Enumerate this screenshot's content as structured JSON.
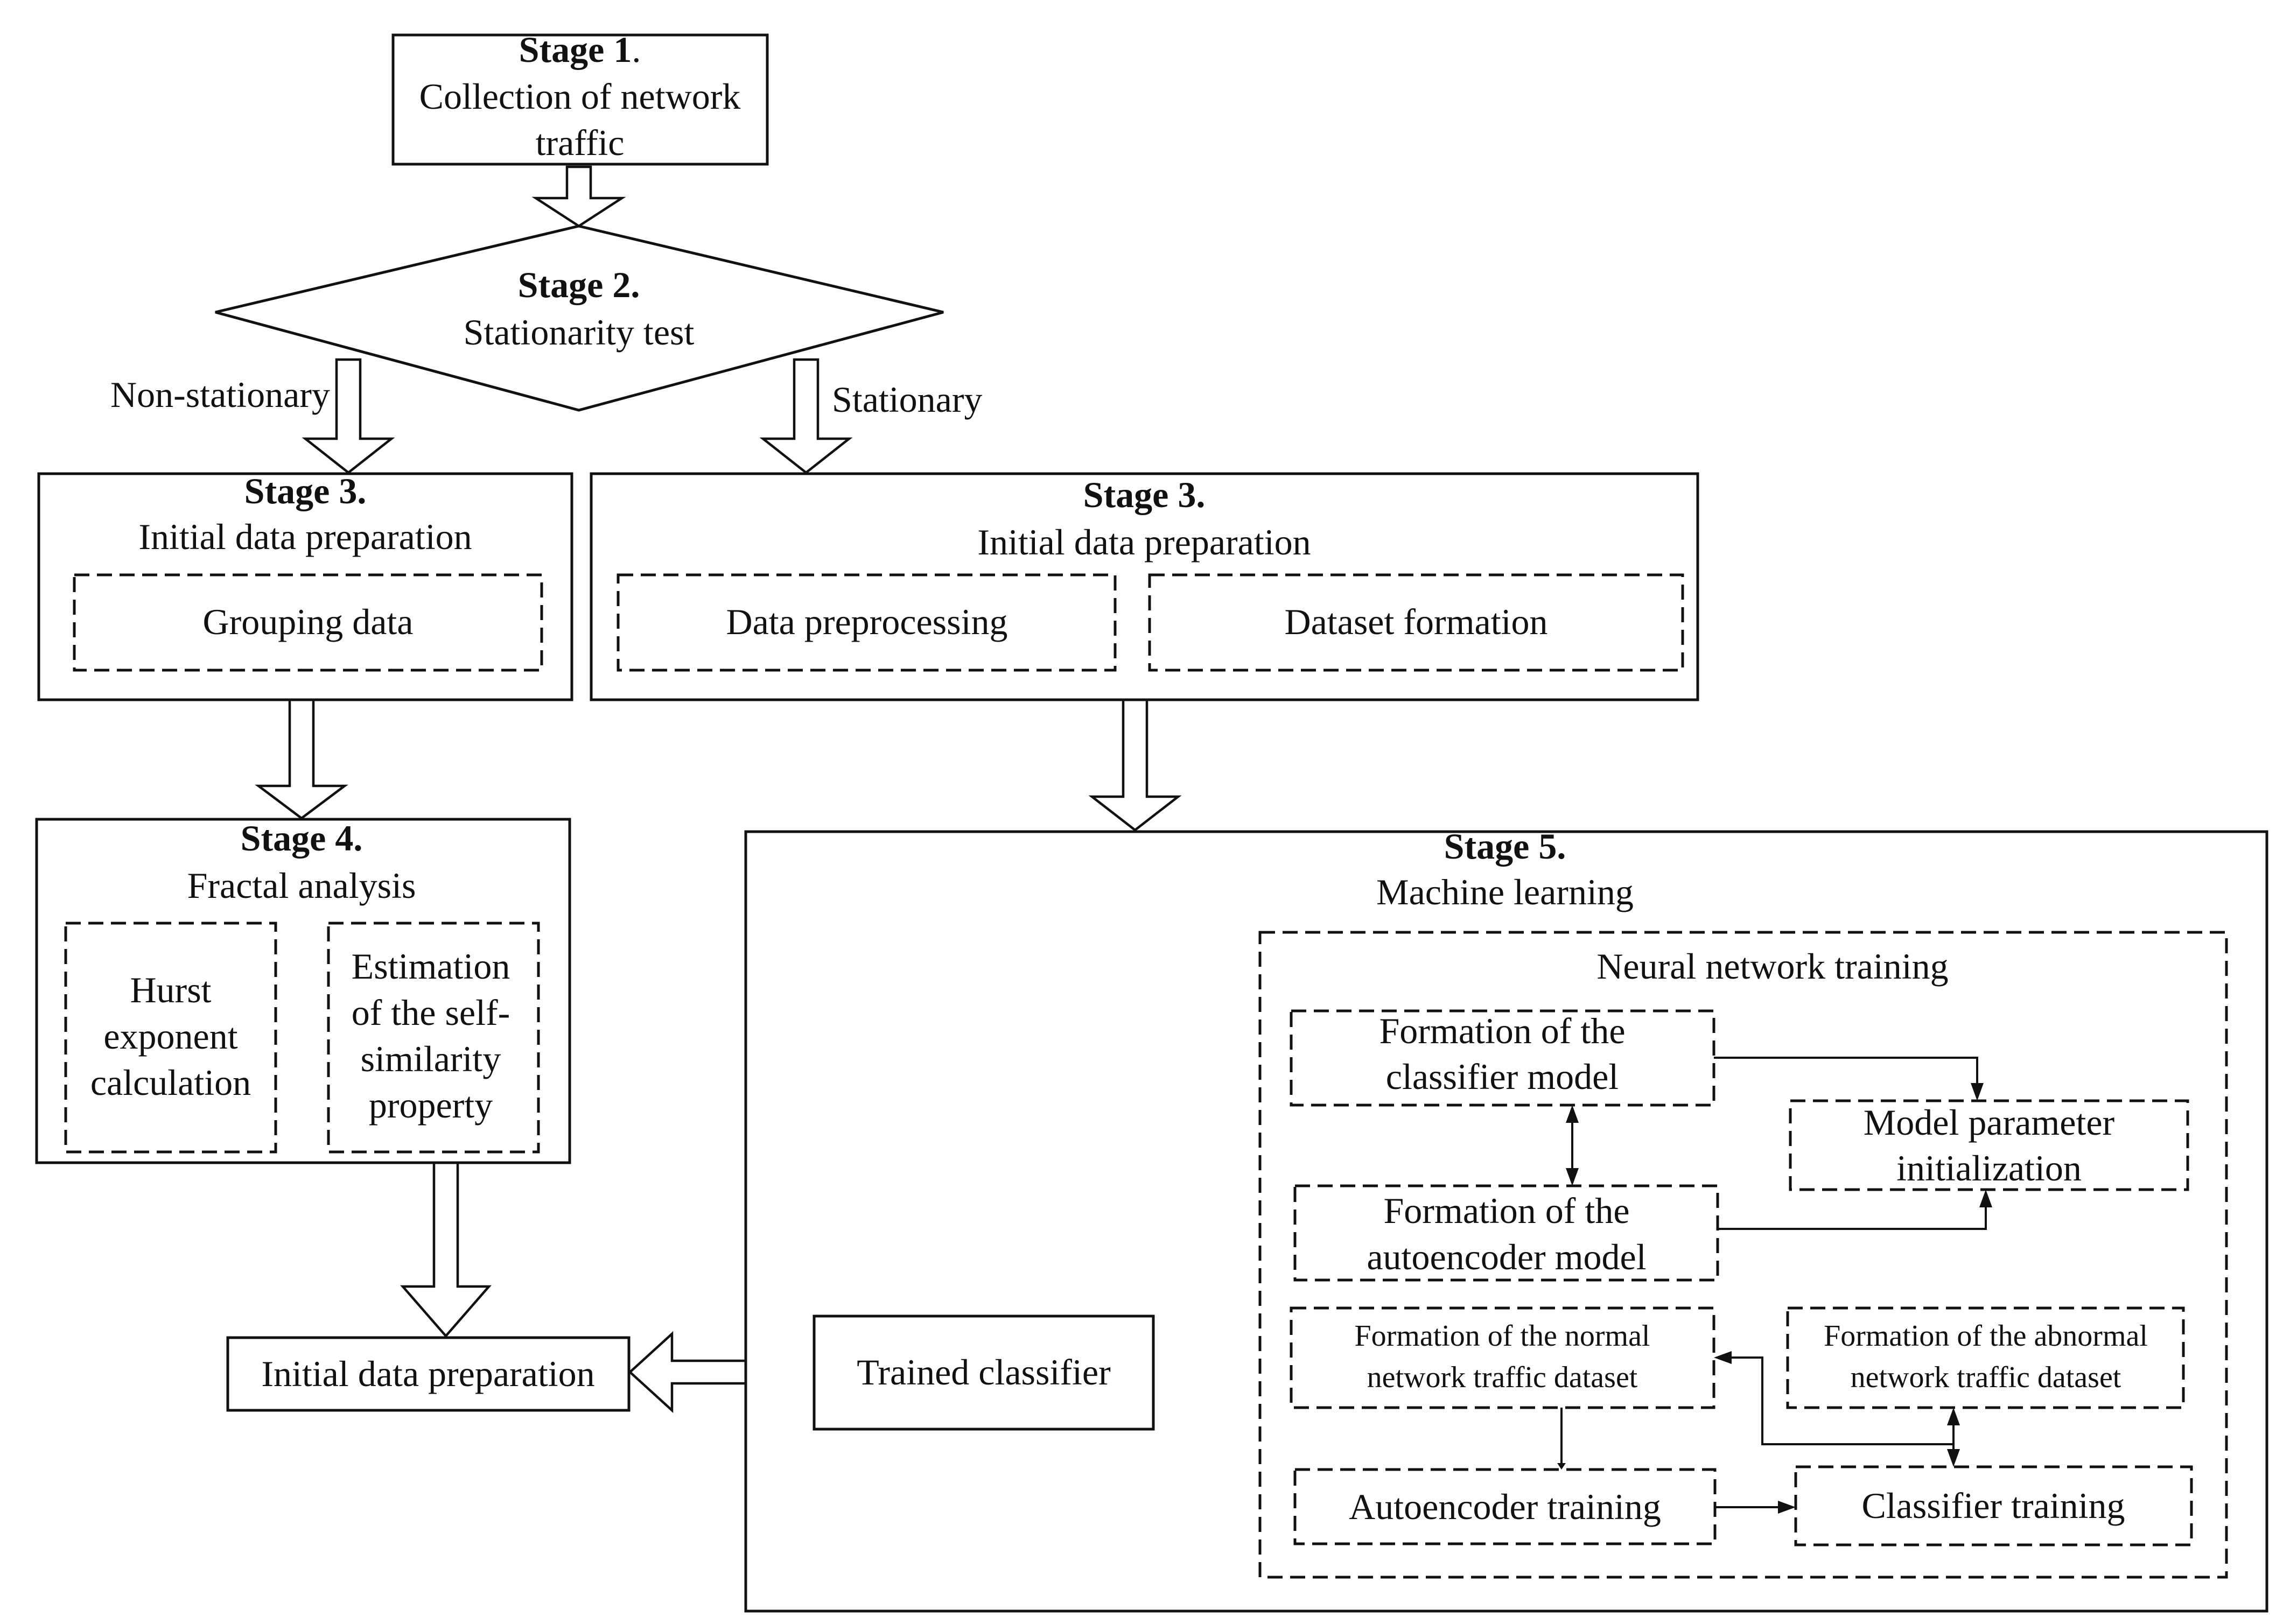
{
  "stage1": {
    "title": "Stage 1",
    "title_suffix": ".",
    "lines": [
      "Collection of network",
      "traffic"
    ]
  },
  "stage2": {
    "title": "Stage 2.",
    "label": "Stationarity test",
    "branch_left": "Non-stationary",
    "branch_right": "Stationary"
  },
  "stage3_left": {
    "title": "Stage 3.",
    "label": "Initial data preparation",
    "sub": "Grouping data"
  },
  "stage3_right": {
    "title": "Stage 3.",
    "label": "Initial data preparation",
    "sub_left": "Data preprocessing",
    "sub_right": "Dataset formation"
  },
  "stage4": {
    "title": "Stage 4.",
    "label": "Fractal analysis",
    "hurst": [
      "Hurst",
      "exponent",
      "calculation"
    ],
    "estimation": [
      "Estimation",
      "of the self-",
      "similarity",
      "property"
    ]
  },
  "stage5": {
    "title": "Stage 5.",
    "label": "Machine learning",
    "nn_training": "Neural network training",
    "classifier_model": [
      "Formation of the",
      "classifier model"
    ],
    "param_init": [
      "Model parameter",
      "initialization"
    ],
    "autoencoder_model": [
      "Formation of the",
      "autoencoder model"
    ],
    "normal_dataset": [
      "Formation of the normal",
      "network traffic dataset"
    ],
    "abnormal_dataset": [
      "Formation of the abnormal",
      "network traffic dataset"
    ],
    "autoencoder_training": "Autoencoder training",
    "classifier_training": "Classifier training"
  },
  "trained_classifier": "Trained classifier",
  "final_output": "Initial data preparation"
}
